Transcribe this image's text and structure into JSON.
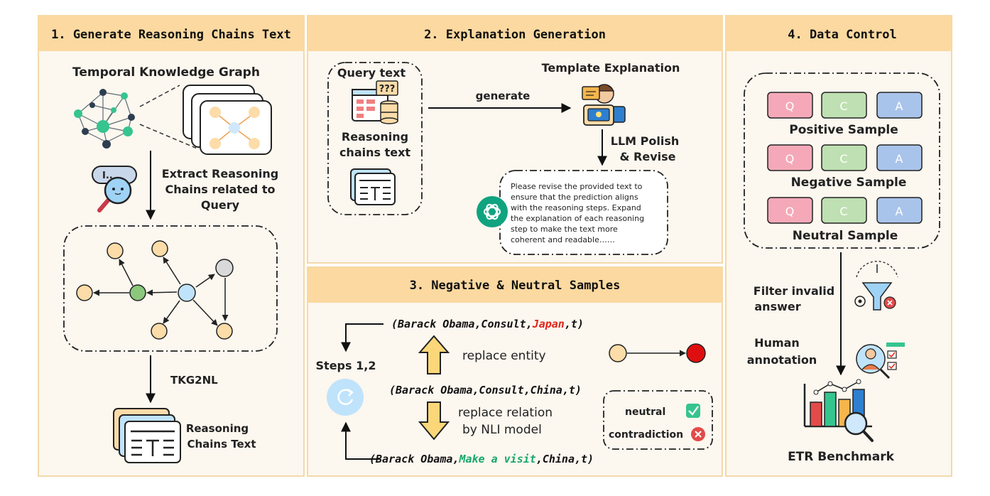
{
  "panel1": {
    "title": "1. Generate Reasoning Chains Text",
    "tkg_label": "Temporal Knowledge Graph",
    "extract_label": [
      "Extract Reasoning",
      "Chains related to",
      "Query"
    ],
    "search_text": "I..",
    "tkg2nl_label": "TKG2NL",
    "output_label": [
      "Reasoning",
      "Chains Text"
    ]
  },
  "panel2": {
    "title": "2. Explanation Generation",
    "query_text": "Query text",
    "qmark": "???",
    "chains_text": [
      "Reasoning",
      "chains text"
    ],
    "generate": "generate",
    "template": "Template Explanation",
    "polish": [
      "LLM Polish",
      "& Revise"
    ],
    "prompt": [
      "Please revise the provided text to",
      "ensure that the prediction aligns",
      "with the reasoning steps. Expand",
      "the explanation of each reasoning",
      "step to make the text more",
      "coherent and readable……"
    ]
  },
  "panel3": {
    "title": "3. Negative & Neutral Samples",
    "q1_pre": "(Barack Obama,Consult,",
    "q1_hl": "Japan",
    "q1_post": ",t)",
    "replace_entity": "replace entity",
    "steps": "Steps 1,2",
    "q2": "(Barack Obama,Consult,China,t)",
    "replace_relation": [
      "replace relation",
      "by NLI model"
    ],
    "q3_pre": "(Barack Obama,",
    "q3_hl": "Make a visit",
    "q3_post": ",China,t)",
    "neutral": "neutral",
    "contradiction": "contradiction"
  },
  "panel4": {
    "title": "4. Data Control",
    "cells": [
      "Q",
      "C",
      "A"
    ],
    "samples": [
      "Positive Sample",
      "Negative Sample",
      "Neutral Sample"
    ],
    "filter": [
      "Filter invalid",
      "answer"
    ],
    "human": [
      "Human",
      "annotation"
    ],
    "benchmark": "ETR Benchmark"
  },
  "colors": {
    "header": "#fbd9a0",
    "panel_bg": "#fcf7ef",
    "panel_border": "#f3d9a8",
    "red": "#e0261a",
    "green": "#16a86a",
    "q_cell": "#f5a9b8",
    "c_cell": "#bfe0b2",
    "a_cell": "#a9c4ea"
  }
}
